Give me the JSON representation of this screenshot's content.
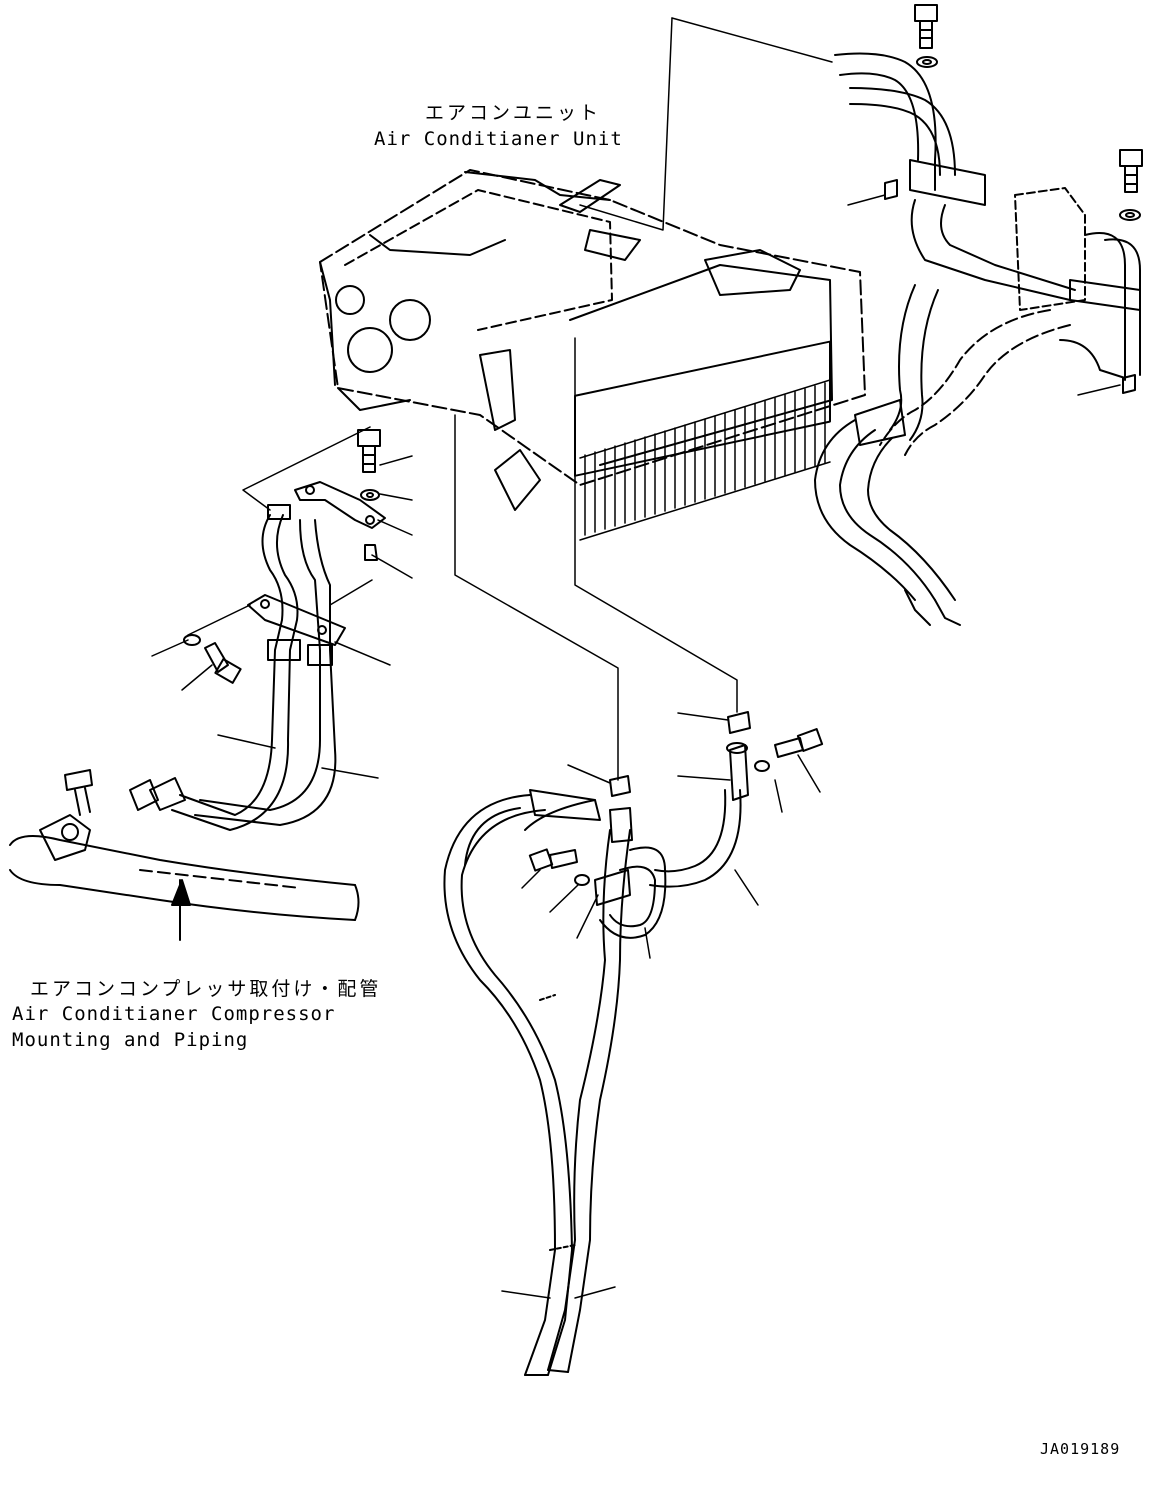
{
  "labels": {
    "ac_unit_jp": "エアコンユニット",
    "ac_unit_en": "Air Conditianer Unit",
    "compressor_jp": "エアコンコンプレッサ取付け・配管",
    "compressor_en_1": "Air Conditianer Compressor",
    "compressor_en_2": "Mounting and Piping",
    "drawing_id": "JA019189"
  },
  "colors": {
    "line": "#000000",
    "background": "#ffffff"
  }
}
